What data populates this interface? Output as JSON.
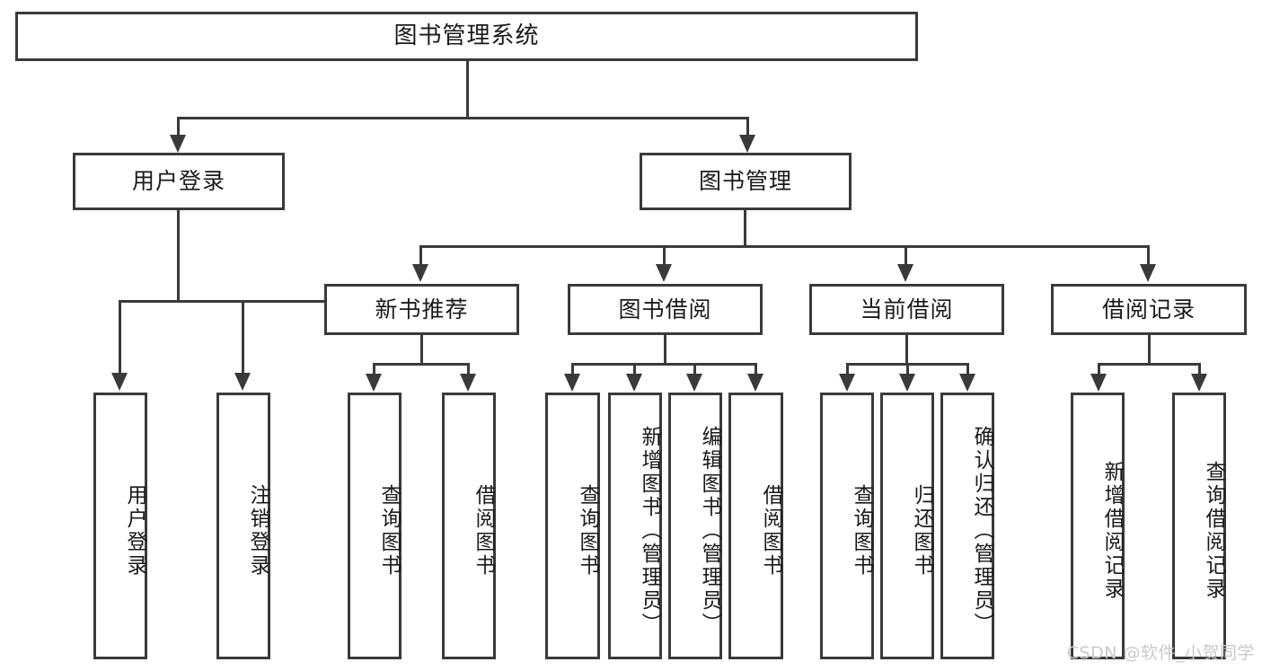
{
  "diagram": {
    "title": "图书管理系统",
    "type": "hierarchy-tree",
    "root": {
      "label": "图书管理系统"
    },
    "level1": [
      {
        "label": "用户登录"
      },
      {
        "label": "图书管理"
      }
    ],
    "level2": [
      {
        "label": "新书推荐"
      },
      {
        "label": "图书借阅"
      },
      {
        "label": "当前借阅"
      },
      {
        "label": "借阅记录"
      }
    ],
    "leaves": {
      "user_login": [
        {
          "label": "用户登录"
        },
        {
          "label": "注销登录"
        }
      ],
      "new_book_recommend": [
        {
          "label": "查询图书"
        },
        {
          "label": "借阅图书"
        }
      ],
      "book_borrow": [
        {
          "label": "查询图书"
        },
        {
          "label": "新增图书（管理员）"
        },
        {
          "label": "编辑图书（管理员）"
        },
        {
          "label": "借阅图书"
        }
      ],
      "current_borrow": [
        {
          "label": "查询图书"
        },
        {
          "label": "归还图书"
        },
        {
          "label": "确认归还（管理员）"
        }
      ],
      "borrow_record": [
        {
          "label": "新增借阅记录"
        },
        {
          "label": "查询借阅记录"
        }
      ]
    }
  },
  "watermark": {
    "text": "CSDN @软件_小贺同学"
  },
  "colors": {
    "stroke": "#3a3a3a",
    "text": "#1a1a1a",
    "background": "#ffffff",
    "watermark": "#c9c9c9"
  }
}
